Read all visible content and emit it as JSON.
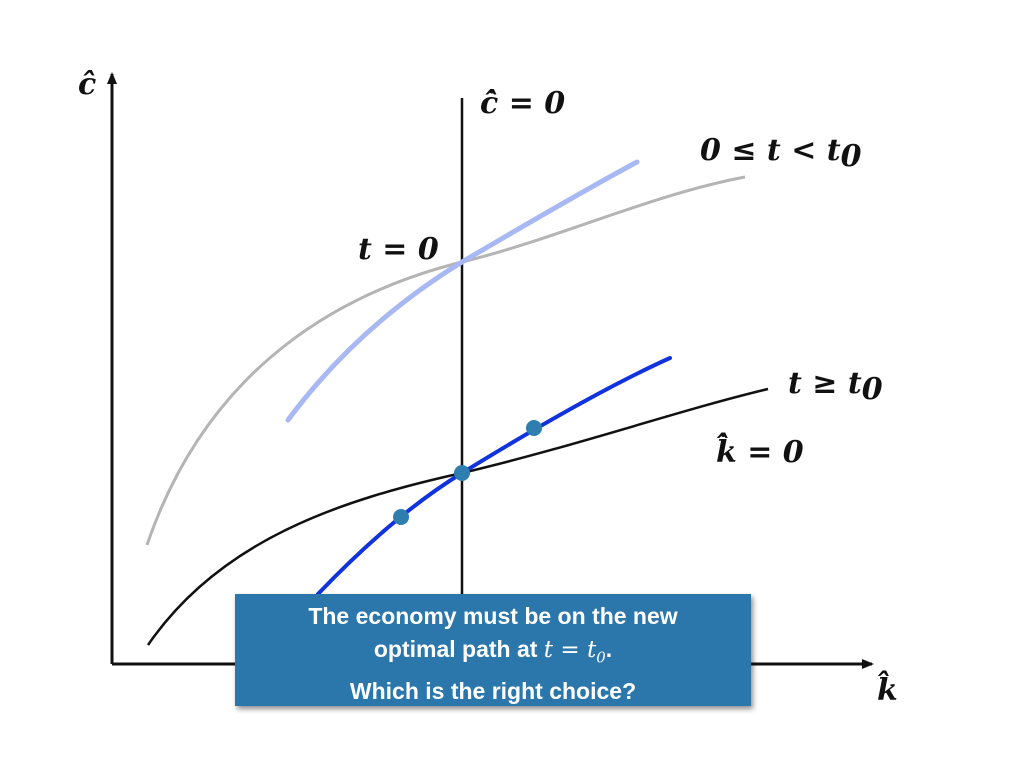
{
  "axes": {
    "y_label": "ĉ",
    "x_label": "k̂"
  },
  "curves": {
    "c_dot_label": "ĉ̇ = 0",
    "k_dot_label": "k̂̇ = 0",
    "label_initial_period": "0 ≤ t < t",
    "label_initial_period_sub": "0",
    "label_t_zero": "t = 0",
    "label_new_period": "t ≥ t",
    "label_new_period_sub": "0"
  },
  "colors": {
    "old_kdot_curve": "#b4b4b4",
    "old_path_curve": "#a8b8f2",
    "new_path_curve": "#1133dd",
    "kdot_curve": "#111111",
    "points": "#2e7eb0",
    "callout_bg": "#2b77ac"
  },
  "points": [
    {
      "name": "lower-choice"
    },
    {
      "name": "steady-state"
    },
    {
      "name": "upper-choice"
    }
  ],
  "callout": {
    "line1": "The economy must be on the new",
    "line2_prefix": "optimal path at ",
    "line2_math": "t",
    "line2_eq": " = ",
    "line2_math2": "t",
    "line2_sub": "0",
    "line2_suffix": ".",
    "line3": "Which is the right choice?"
  }
}
